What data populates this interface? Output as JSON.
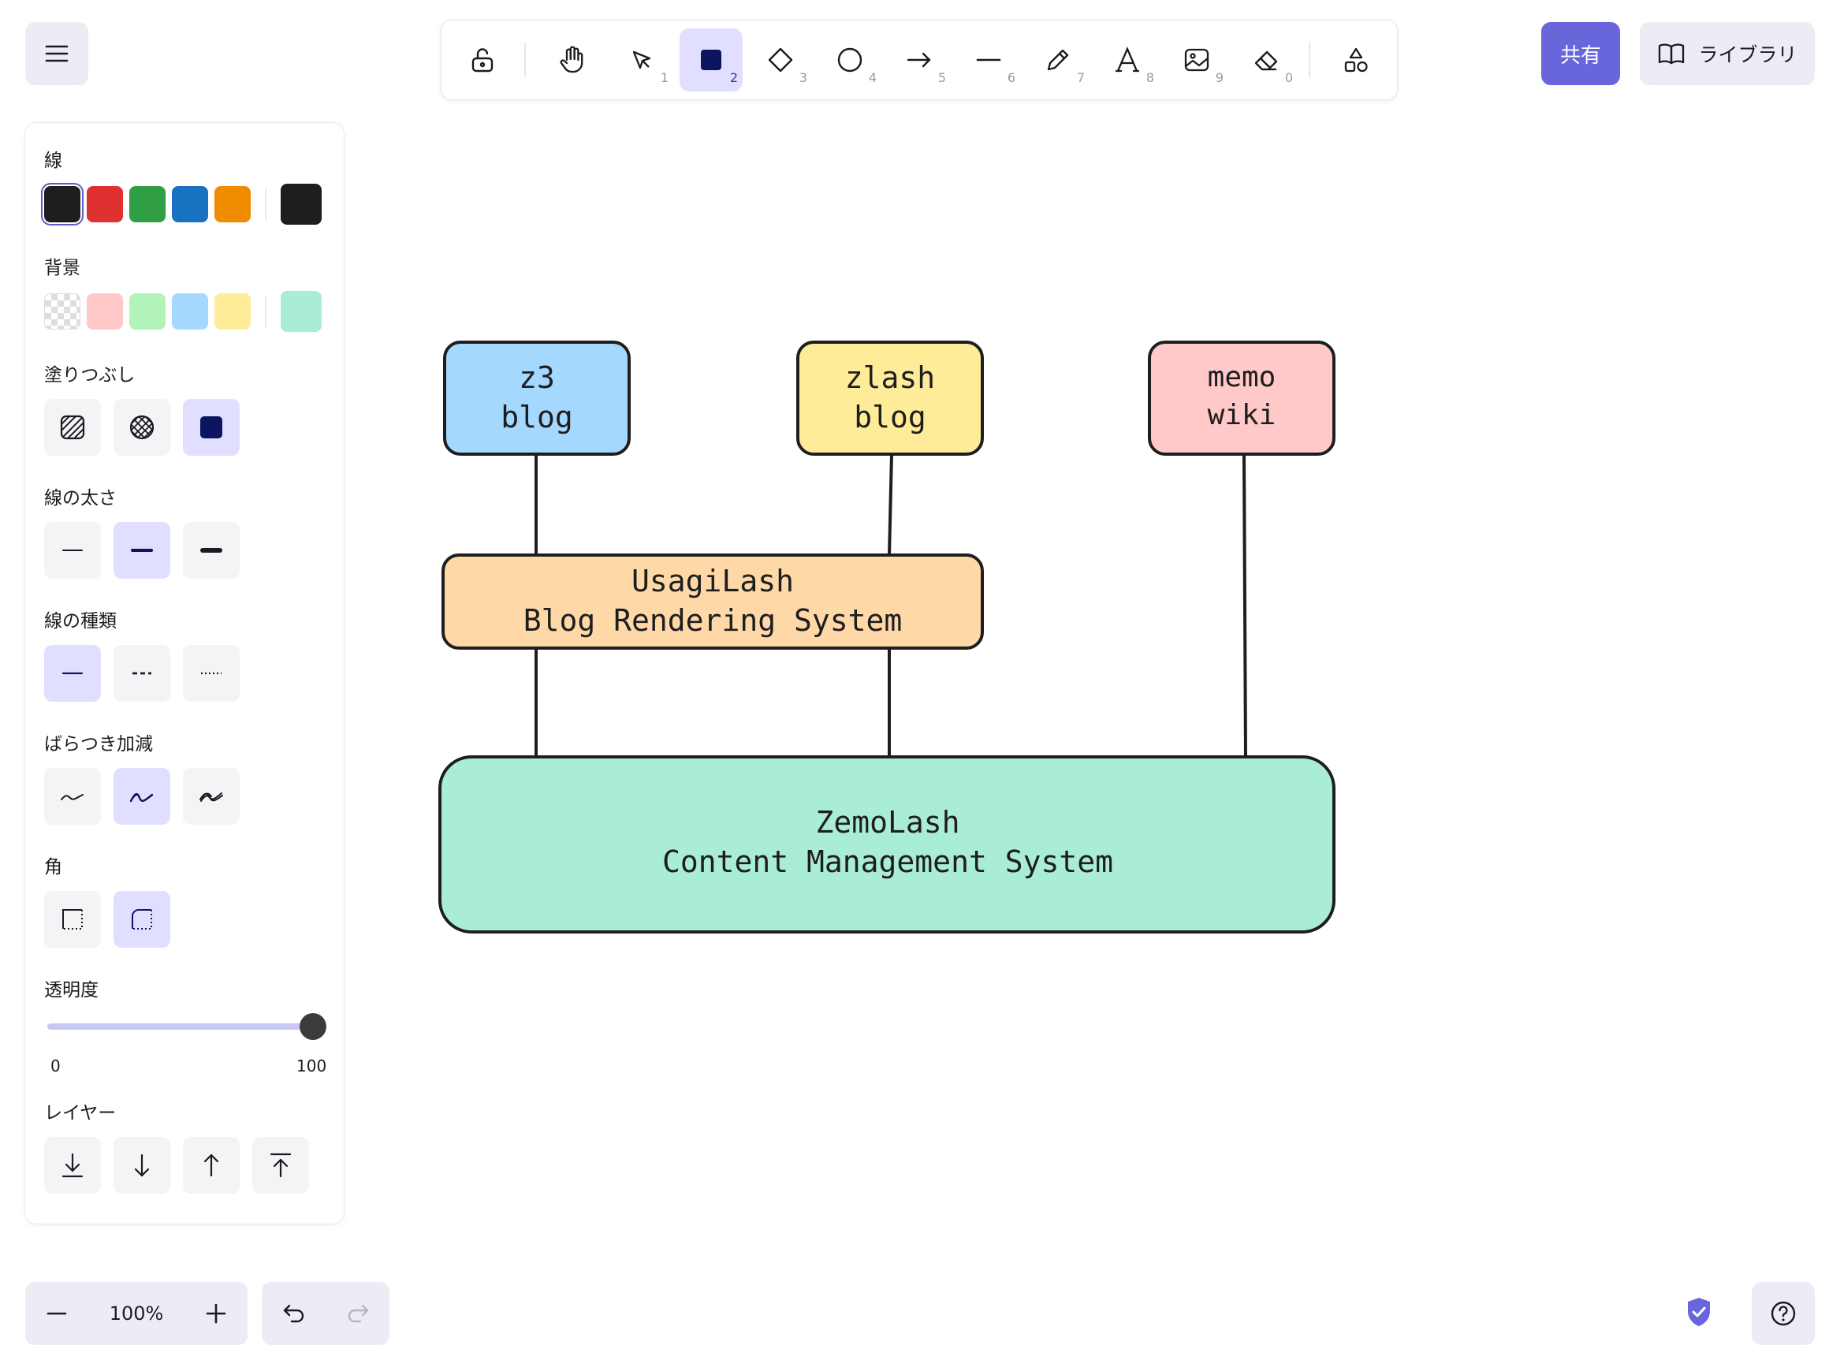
{
  "toolbar": {
    "tools": [
      {
        "name": "lock",
        "num": ""
      },
      {
        "name": "hand",
        "num": ""
      },
      {
        "name": "selection",
        "num": "1"
      },
      {
        "name": "rectangle",
        "num": "2"
      },
      {
        "name": "diamond",
        "num": "3"
      },
      {
        "name": "ellipse",
        "num": "4"
      },
      {
        "name": "arrow",
        "num": "5"
      },
      {
        "name": "line",
        "num": "6"
      },
      {
        "name": "draw",
        "num": "7"
      },
      {
        "name": "text",
        "num": "8"
      },
      {
        "name": "image",
        "num": "9"
      },
      {
        "name": "eraser",
        "num": "0"
      },
      {
        "name": "more-shapes",
        "num": ""
      }
    ],
    "active_tool": "rectangle"
  },
  "header": {
    "share_label": "共有",
    "library_label": "ライブラリ"
  },
  "panel": {
    "stroke_label": "線",
    "stroke_colors": [
      "#1e1e1e",
      "#e03131",
      "#2f9e44",
      "#1971c2",
      "#f08c00"
    ],
    "stroke_current": "#1e1e1e",
    "background_label": "背景",
    "background_colors": [
      "transparent",
      "#ffc9c9",
      "#b2f2bb",
      "#a5d8ff",
      "#ffec99"
    ],
    "background_current": "#a9ecd8",
    "fill_label": "塗りつぶし",
    "stroke_width_label": "線の太さ",
    "stroke_style_label": "線の種類",
    "sloppiness_label": "ばらつき加減",
    "edges_label": "角",
    "opacity_label": "透明度",
    "opacity_min": "0",
    "opacity_max": "100",
    "opacity_value": 100,
    "layers_label": "レイヤー"
  },
  "footer": {
    "zoom_label": "100%"
  },
  "diagram": {
    "nodes": [
      {
        "id": "z3",
        "lines": [
          "z3",
          "blog"
        ],
        "fill": "#a5d8ff"
      },
      {
        "id": "zlash",
        "lines": [
          "zlash",
          "blog"
        ],
        "fill": "#ffec99"
      },
      {
        "id": "memo",
        "lines": [
          "memo",
          "wiki"
        ],
        "fill": "#ffc9c9"
      },
      {
        "id": "usagi",
        "lines": [
          "UsagiLash",
          "Blog Rendering System"
        ],
        "fill": "#ffd8a8"
      },
      {
        "id": "zemo",
        "lines": [
          "ZemoLash",
          "Content Management System"
        ],
        "fill": "#a9ecd8"
      }
    ]
  }
}
